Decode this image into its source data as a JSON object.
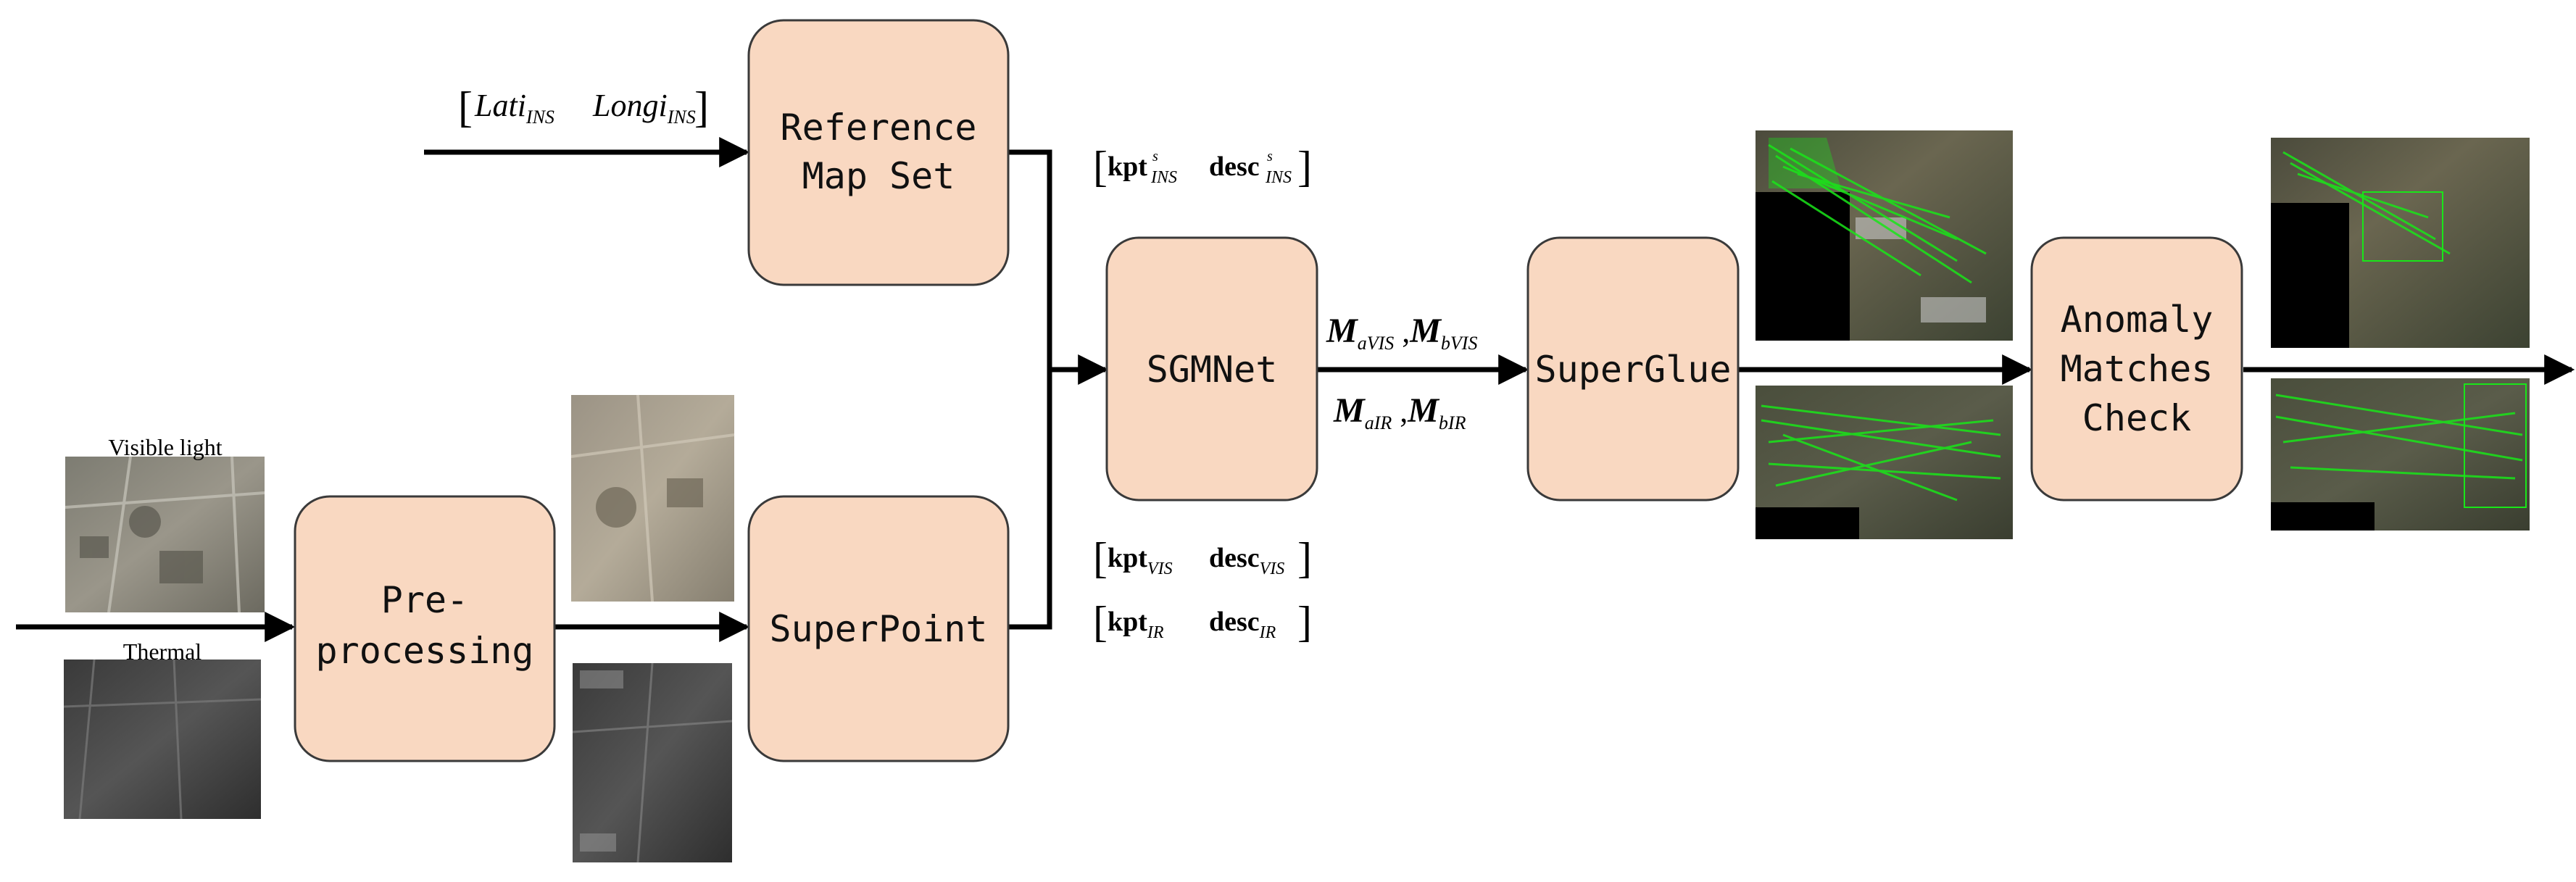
{
  "boxes": {
    "reference_map_set": [
      "Reference",
      "Map Set"
    ],
    "preprocessing": [
      "Pre-",
      "processing"
    ],
    "superpoint": [
      "SuperPoint"
    ],
    "sgmnet": [
      "SGMNet"
    ],
    "superglue": [
      "SuperGlue"
    ],
    "anomaly_check": [
      "Anomaly",
      "Matches",
      "Check"
    ]
  },
  "labels": {
    "visible_light": "Visible light",
    "thermal": "Thermal"
  },
  "math": {
    "ins_input": {
      "a": "Lati",
      "a_sub": "INS",
      "b": "Longi",
      "b_sub": "INS"
    },
    "kpt_ins": {
      "kpt": "kpt",
      "kpt_sup": "s",
      "kpt_sub": "INS",
      "desc": "desc",
      "desc_sup": "s",
      "desc_sub": "INS"
    },
    "kpt_vis": {
      "kpt": "kpt",
      "kpt_sub": "VIS",
      "desc": "desc",
      "desc_sub": "VIS"
    },
    "kpt_ir": {
      "kpt": "kpt",
      "kpt_sub": "IR",
      "desc": "desc",
      "desc_sub": "IR"
    },
    "m_vis": {
      "m1": "M",
      "m1_sub": "aVIS",
      "sep": " ,",
      "m2": "M",
      "m2_sub": "bVIS"
    },
    "m_ir": {
      "m1": "M",
      "m1_sub": "aIR",
      "sep": " ,",
      "m2": "M",
      "m2_sub": "bIR"
    }
  },
  "colors": {
    "box_fill": "#f9d8c1",
    "box_stroke": "#3a3a3a",
    "arrow": "#000000",
    "match_lines": "#19e619"
  }
}
